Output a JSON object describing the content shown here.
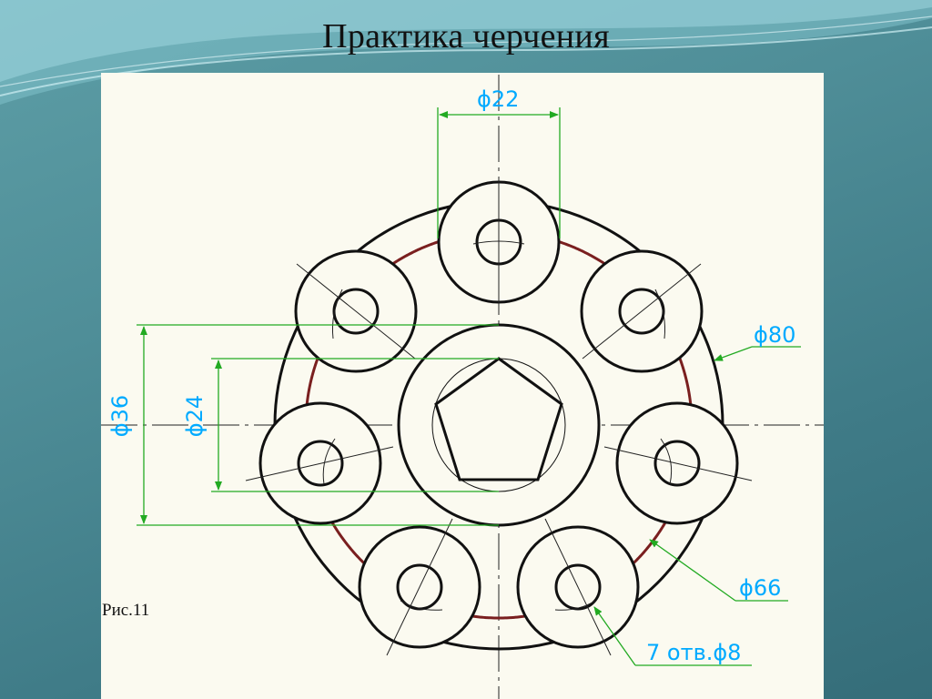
{
  "slide": {
    "title": "Практика черчения",
    "caption": "Рис.11"
  },
  "drawing": {
    "dimensions": {
      "top_diameter": "ϕ22",
      "outer_diameter": "ϕ80",
      "left_outer": "ϕ36",
      "left_inner": "ϕ24",
      "pitch_circle": "ϕ66",
      "holes": "7 отв.ϕ8"
    },
    "colors": {
      "outline": "#111111",
      "dimension_line": "#22aa22",
      "dimension_text": "#00aaff",
      "web_line": "#7a1f1f"
    }
  }
}
